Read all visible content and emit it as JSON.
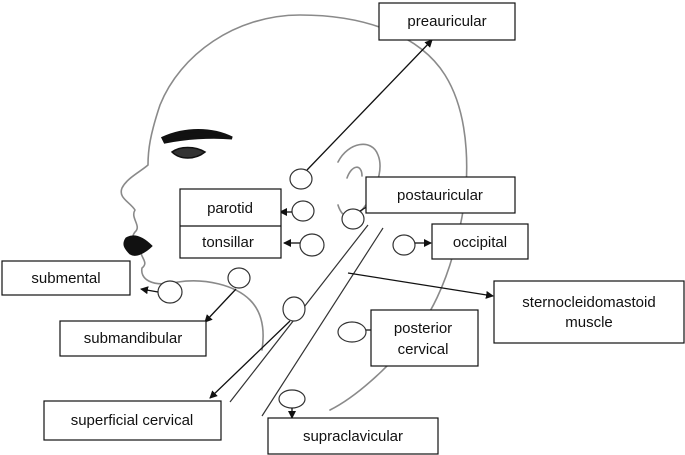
{
  "labels": {
    "preauricular": "preauricular",
    "postauricular": "postauricular",
    "parotid": "parotid",
    "tonsillar": "tonsillar",
    "occipital": "occipital",
    "submental": "submental",
    "sternocleidomastoid_line1": "sternocleidomastoid",
    "sternocleidomastoid_line2": "muscle",
    "submandibular": "submandibular",
    "posterior_cervical_line1": "posterior",
    "posterior_cervical_line2": "cervical",
    "superficial_cervical": "superficial cervical",
    "supraclavicular": "supraclavicular"
  },
  "colors": {
    "outline": "#8a8a8a",
    "line": "#111111",
    "box_border": "#111111",
    "eyebrow": "#111111"
  }
}
